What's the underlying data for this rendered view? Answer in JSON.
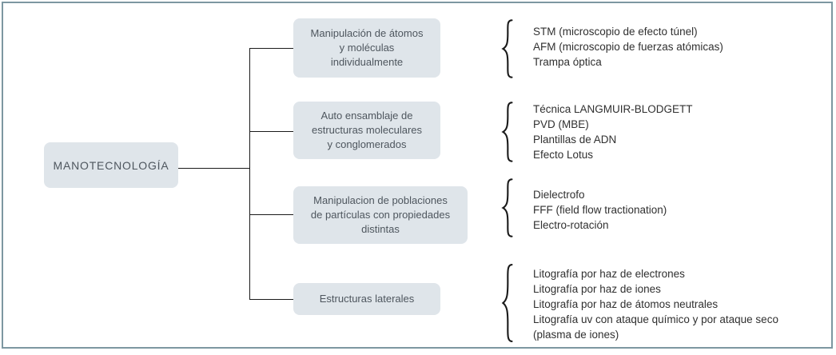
{
  "colors": {
    "frame_border": "#7d97a1",
    "box_fill": "#dfe5ea",
    "box_text": "#4e565e",
    "list_text": "#303030",
    "connector_line": "#1a1a1a"
  },
  "root": {
    "label": "MANOTECNOLOGÍA"
  },
  "branches": [
    {
      "box": [
        "Manipulación de átomos",
        "y moléculas",
        "individualmente"
      ],
      "items": [
        "STM (microscopio de efecto túnel)",
        "AFM (microscopio de fuerzas atómicas)",
        "Trampa óptica"
      ]
    },
    {
      "box": [
        "Auto ensamblaje de",
        "estructuras moleculares",
        "y conglomerados"
      ],
      "items": [
        "Técnica LANGMUIR-BLODGETT",
        "PVD (MBE)",
        "Plantillas de ADN",
        "Efecto Lotus"
      ]
    },
    {
      "box": [
        "Manipulacion de poblaciones",
        "de partículas con propiedades",
        "distintas"
      ],
      "items": [
        "Dielectrofo",
        "FFF (field flow tractionation)",
        "Electro-rotación"
      ]
    },
    {
      "box": [
        "Estructuras laterales"
      ],
      "items": [
        "Litografía por haz de electrones",
        "Litografía por haz de iones",
        "Litografía por haz de átomos neutrales",
        "Litografía uv con ataque químico y por ataque seco (plasma de iones)"
      ]
    }
  ]
}
